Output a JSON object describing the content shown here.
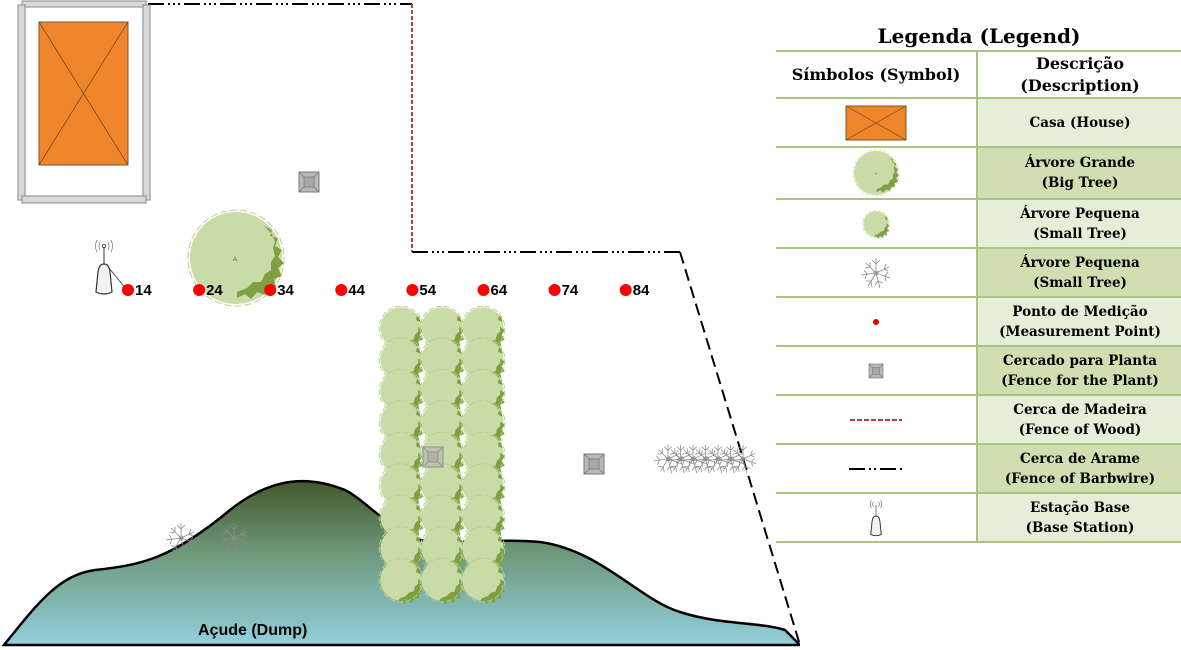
{
  "map": {
    "measurement_points": [
      {
        "label": "14"
      },
      {
        "label": "24"
      },
      {
        "label": "34"
      },
      {
        "label": "44"
      },
      {
        "label": "54"
      },
      {
        "label": "64"
      },
      {
        "label": "74"
      },
      {
        "label": "84"
      }
    ],
    "dump_label": "Açude (Dump)",
    "colors": {
      "house": "#f0862b",
      "measurement_point": "#ff0000",
      "wood_fence": "#b5413a",
      "tree_light": "#c9dba6",
      "tree_dark": "#7ea040",
      "hill_top": "#4a5e2a",
      "water": "#8ecbd6"
    }
  },
  "legend": {
    "title": "Legenda (Legend)",
    "header_symbol": "Símbolos (Symbol)",
    "header_description_line1": "Descrição",
    "header_description_line2": "(Description)",
    "items": [
      {
        "icon": "house-icon",
        "line1": "Casa (House)",
        "line2": ""
      },
      {
        "icon": "big-tree-icon",
        "line1": "Árvore Grande",
        "line2": "(Big Tree)"
      },
      {
        "icon": "small-tree-icon",
        "line1": "Árvore Pequena",
        "line2": "(Small Tree)"
      },
      {
        "icon": "bare-small-tree-icon",
        "line1": "Árvore Pequena",
        "line2": "(Small Tree)"
      },
      {
        "icon": "measurement-point-icon",
        "line1": "Ponto de Medição",
        "line2": "(Measurement Point)"
      },
      {
        "icon": "plant-fence-icon",
        "line1": "Cercado para Planta",
        "line2": "(Fence for the Plant)"
      },
      {
        "icon": "wood-fence-icon",
        "line1": "Cerca de Madeira",
        "line2": "(Fence of Wood)"
      },
      {
        "icon": "barbwire-fence-icon",
        "line1": "Cerca de Arame",
        "line2": "(Fence of Barbwire)"
      },
      {
        "icon": "base-station-icon",
        "line1": "Estação Base",
        "line2": "(Base Station)"
      }
    ]
  }
}
